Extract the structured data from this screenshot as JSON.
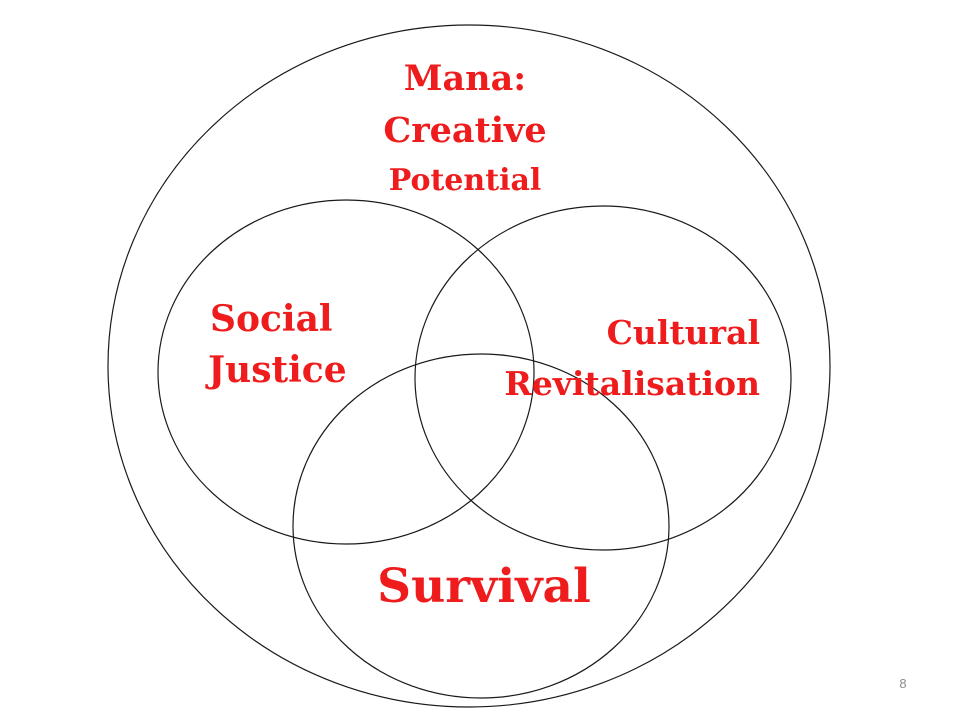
{
  "diagram": {
    "outer": {
      "line1": "Mana:",
      "line2": "Creative",
      "line3": "Potential"
    },
    "social_justice": {
      "line1": "Social",
      "line2": "Justice"
    },
    "cultural_revitalisation": {
      "line1": "Cultural",
      "line2": "Revitalisation"
    },
    "survival": {
      "label": "Survival"
    },
    "colors": {
      "label": "#ee1c1c",
      "outline": "#1a1a1a"
    }
  },
  "slide": {
    "page_number": "8"
  }
}
